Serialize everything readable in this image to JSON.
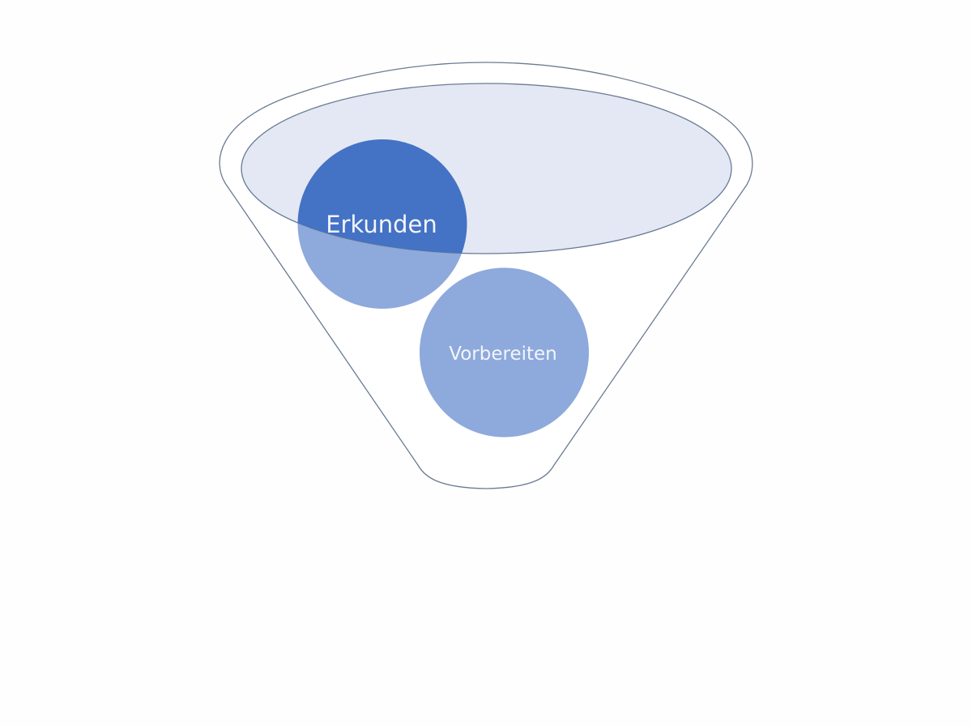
{
  "diagram": {
    "type": "funnel",
    "colors": {
      "background": "#FEFEFE",
      "funnel_stroke": "#6B7B92",
      "opening_fill": "#E4E8F4",
      "stage_dark": "#4472C4",
      "stage_light": "#8EA9DB",
      "label_text": "#F2F5FB"
    },
    "stages": [
      {
        "label": "Erkunden",
        "emphasis": "primary"
      },
      {
        "label": "Vorbereiten",
        "emphasis": "secondary"
      }
    ]
  }
}
